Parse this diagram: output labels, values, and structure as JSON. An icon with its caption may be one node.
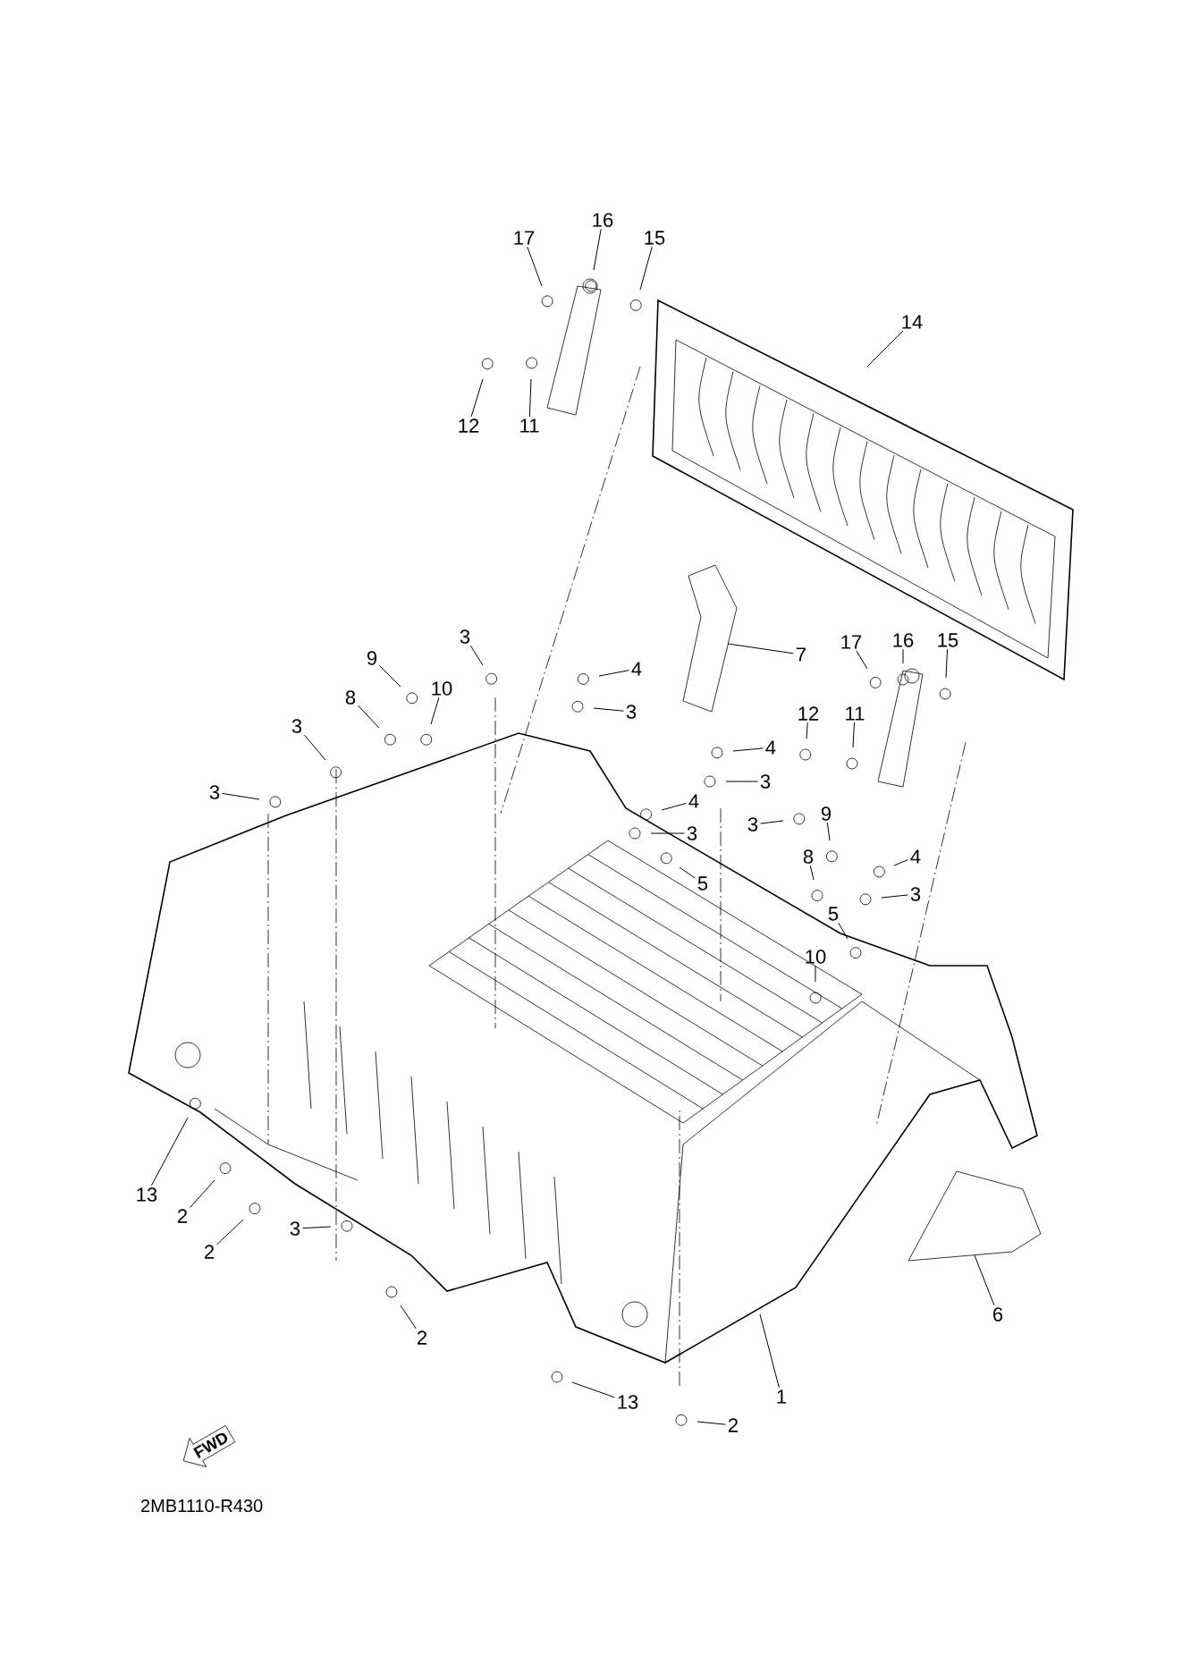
{
  "diagram": {
    "nodes": [
      {
        "text": [
          "17"
        ]
      },
      {
        "text": [
          "16"
        ]
      },
      {
        "text": [
          "15"
        ]
      },
      {
        "text": [
          "14"
        ]
      },
      {
        "text": [
          "12"
        ]
      },
      {
        "text": [
          "11"
        ]
      },
      {
        "text": [
          "9"
        ]
      },
      {
        "text": [
          "3"
        ]
      },
      {
        "text": [
          "10"
        ]
      },
      {
        "text": [
          "8"
        ]
      },
      {
        "text": [
          "4"
        ]
      },
      {
        "text": [
          "3"
        ]
      },
      {
        "text": [
          "3"
        ]
      },
      {
        "text": [
          "3"
        ]
      },
      {
        "text": [
          "7"
        ]
      },
      {
        "text": [
          "4"
        ]
      },
      {
        "text": [
          "17"
        ]
      },
      {
        "text": [
          "16"
        ]
      },
      {
        "text": [
          "15"
        ]
      },
      {
        "text": [
          "3"
        ]
      },
      {
        "text": [
          "12"
        ]
      },
      {
        "text": [
          "11"
        ]
      },
      {
        "text": [
          "4"
        ]
      },
      {
        "text": [
          "3"
        ]
      },
      {
        "text": [
          "3"
        ]
      },
      {
        "text": [
          "9"
        ]
      },
      {
        "text": [
          "5"
        ]
      },
      {
        "text": [
          "8"
        ]
      },
      {
        "text": [
          "4"
        ]
      },
      {
        "text": [
          "3"
        ]
      },
      {
        "text": [
          "5"
        ]
      },
      {
        "text": [
          "10"
        ]
      },
      {
        "text": [
          "13"
        ]
      },
      {
        "text": [
          "2"
        ]
      },
      {
        "text": [
          "2"
        ]
      },
      {
        "text": [
          "3"
        ]
      },
      {
        "text": [
          "2"
        ]
      },
      {
        "text": [
          "6"
        ]
      },
      {
        "text": [
          "1"
        ]
      },
      {
        "text": [
          "13"
        ]
      },
      {
        "text": [
          "2"
        ]
      },
      {
        "text": [
          "FWD"
        ]
      }
    ],
    "edges": [
      {
        "from": 0,
        "to": null,
        "arrow": "none"
      },
      {
        "from": 1,
        "to": null,
        "arrow": "none"
      },
      {
        "from": 2,
        "to": null,
        "arrow": "none"
      },
      {
        "from": 3,
        "to": null,
        "arrow": "none"
      },
      {
        "from": 4,
        "to": null,
        "arrow": "none"
      },
      {
        "from": 5,
        "to": null,
        "arrow": "none"
      },
      {
        "from": 6,
        "to": null,
        "arrow": "none"
      },
      {
        "from": 7,
        "to": null,
        "arrow": "none"
      },
      {
        "from": 8,
        "to": null,
        "arrow": "none"
      },
      {
        "from": 9,
        "to": null,
        "arrow": "none"
      },
      {
        "from": 10,
        "to": null,
        "arrow": "none"
      },
      {
        "from": 11,
        "to": null,
        "arrow": "none"
      },
      {
        "from": 12,
        "to": null,
        "arrow": "none"
      },
      {
        "from": 13,
        "to": null,
        "arrow": "none"
      },
      {
        "from": 14,
        "to": null,
        "arrow": "none"
      },
      {
        "from": 15,
        "to": null,
        "arrow": "none"
      },
      {
        "from": 16,
        "to": null,
        "arrow": "none"
      },
      {
        "from": 17,
        "to": null,
        "arrow": "none"
      },
      {
        "from": 18,
        "to": null,
        "arrow": "none"
      },
      {
        "from": 19,
        "to": null,
        "arrow": "none"
      },
      {
        "from": 20,
        "to": null,
        "arrow": "none"
      },
      {
        "from": 21,
        "to": null,
        "arrow": "none"
      },
      {
        "from": 22,
        "to": null,
        "arrow": "none"
      },
      {
        "from": 23,
        "to": null,
        "arrow": "none"
      },
      {
        "from": 24,
        "to": null,
        "arrow": "none"
      },
      {
        "from": 25,
        "to": null,
        "arrow": "none"
      },
      {
        "from": 26,
        "to": null,
        "arrow": "none"
      },
      {
        "from": 27,
        "to": null,
        "arrow": "none"
      },
      {
        "from": 28,
        "to": null,
        "arrow": "none"
      },
      {
        "from": 29,
        "to": null,
        "arrow": "none"
      },
      {
        "from": 30,
        "to": null,
        "arrow": "none"
      },
      {
        "from": 31,
        "to": null,
        "arrow": "none"
      },
      {
        "from": 32,
        "to": null,
        "arrow": "none"
      },
      {
        "from": 33,
        "to": null,
        "arrow": "none"
      },
      {
        "from": 34,
        "to": null,
        "arrow": "none"
      },
      {
        "from": 35,
        "to": null,
        "arrow": "none"
      },
      {
        "from": 36,
        "to": null,
        "arrow": "none"
      },
      {
        "from": 37,
        "to": null,
        "arrow": "none"
      },
      {
        "from": 38,
        "to": null,
        "arrow": "none"
      },
      {
        "from": 39,
        "to": null,
        "arrow": "none"
      },
      {
        "from": 40,
        "to": null,
        "arrow": "none"
      }
    ],
    "labels": [
      "2MB1110-R430"
    ]
  }
}
